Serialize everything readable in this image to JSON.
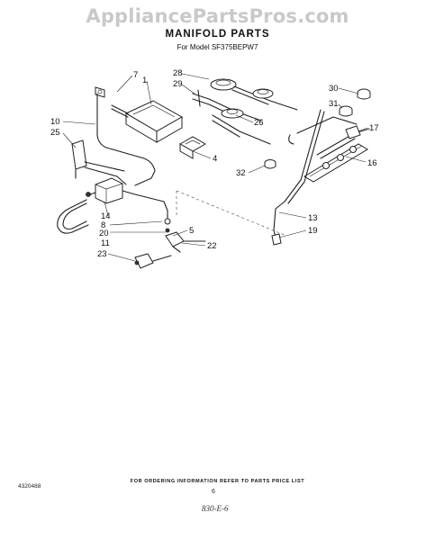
{
  "watermark": "AppliancePartsPros.com",
  "title": "MANIFOLD PARTS",
  "model_line": "For Model SF375BEPW7",
  "footer_note": "FOR ORDERING INFORMATION REFER TO PARTS PRICE LIST",
  "doc_number": "4320488",
  "page_number": "6",
  "handwritten_note": "830-E-6",
  "callouts": {
    "c7": "7",
    "c1": "1",
    "c28": "28",
    "c29": "29",
    "c30": "30",
    "c31": "31",
    "c10": "10",
    "c25": "25",
    "c26": "26",
    "c17": "17",
    "c16": "16",
    "c4": "4",
    "c32": "32",
    "c14": "14",
    "c8": "8",
    "c20": "20",
    "c11": "11",
    "c5": "5",
    "c22": "22",
    "c23": "23",
    "c13": "13",
    "c19": "19"
  }
}
